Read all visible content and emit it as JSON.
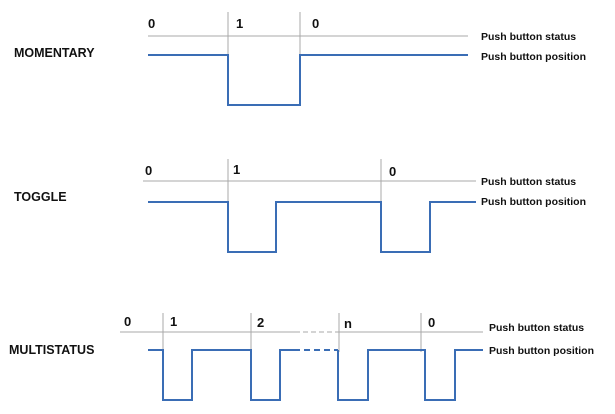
{
  "colors": {
    "waveform": "#3a6db5",
    "status_line": "#a8a8a8",
    "text": "#111111"
  },
  "line_labels": {
    "status": "Push button status",
    "position": "Push button position"
  },
  "momentary": {
    "title": "MOMENTARY",
    "states": [
      "0",
      "1",
      "0"
    ]
  },
  "toggle": {
    "title": "TOGGLE",
    "states": [
      "0",
      "1",
      "0"
    ]
  },
  "multistatus": {
    "title": "MULTISTATUS",
    "states": [
      "0",
      "1",
      "2",
      "n",
      "0"
    ]
  }
}
